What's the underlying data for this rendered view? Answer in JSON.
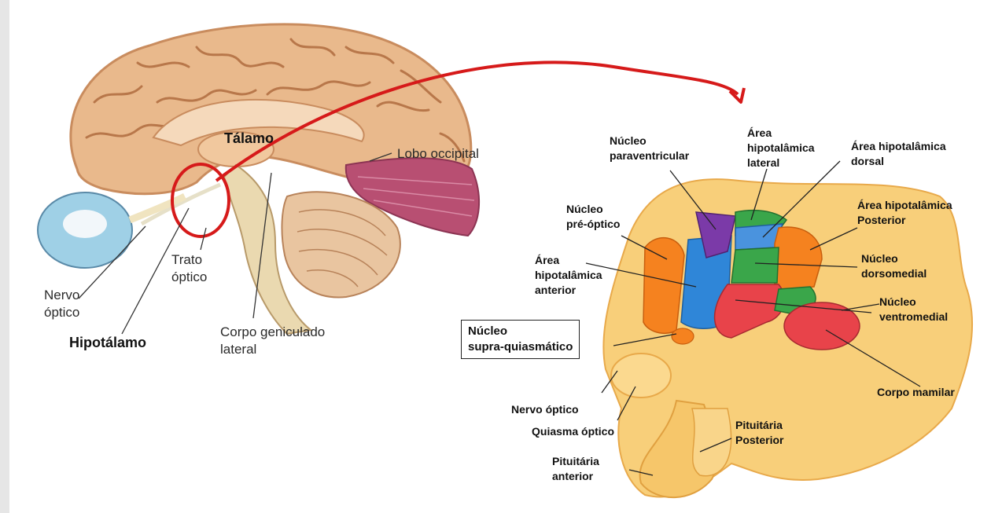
{
  "palette": {
    "background": "#e6e6e6",
    "brain": "#e9b98c",
    "brain_shadow": "#c98c5e",
    "brain_light": "#f5d9bb",
    "occipital": "#b84f72",
    "eye": "#9fd0e6",
    "highlight_circle": "#d61a1a",
    "arrow": "#d61a1a",
    "hypothalamus_bg": "#f8cf7a",
    "red_nucleus": "#e8434a",
    "orange_nucleus": "#f5821f",
    "blue_nucleus": "#2f86d8",
    "green_nucleus": "#3aa64a",
    "purple_nucleus": "#7b3aa8"
  },
  "brain_labels": {
    "talamo": "Tálamo",
    "lobo_occipital": "Lobo occipital",
    "trato_optico": "Trato\nóptico",
    "nervo_optico": "Nervo\nóptico",
    "hipotalamo": "Hipotálamo",
    "corpo_geniculado": "Corpo geniculado\nlateral"
  },
  "hypothalamus_labels": {
    "nucleo_paraventricular": "Núcleo\nparaventricular",
    "area_hipotalamica_lateral": "Área\nhipotalâmica\nlateral",
    "area_hipotalamica_dorsal": "Área hipotalâmica\ndorsal",
    "nucleo_pre_optico": "Núcleo\npré-óptico",
    "area_hipotalamica_posterior": "Área hipotalâmica\nPosterior",
    "area_hipotalamica_anterior": "Área\nhipotalâmica\nanterior",
    "nucleo_dorsomedial": "Núcleo\ndorsomedial",
    "nucleo_ventromedial": "Núcleo\nventromedial",
    "nucleo_supra_quiasmatico": "Núcleo\nsupra-quiasmático",
    "corpo_mamilar": "Corpo mamilar",
    "nervo_optico": "Nervo óptico",
    "quiasma_optico": "Quiasma óptico",
    "pituitaria_posterior": "Pituitária\nPosterior",
    "pituitaria_anterior": "Pituitária\nanterior"
  }
}
